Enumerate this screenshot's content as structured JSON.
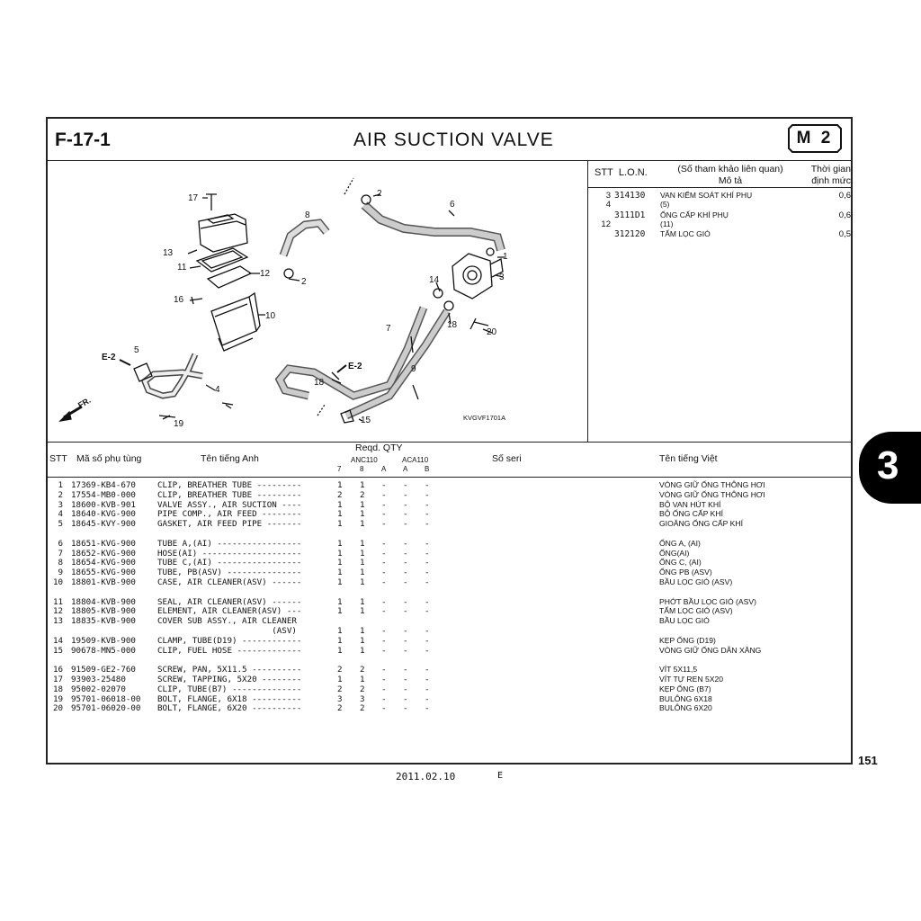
{
  "header": {
    "figure_code": "F-17-1",
    "title": "AIR SUCTION VALVE",
    "model_badge": "M 2"
  },
  "diagram": {
    "callouts": [
      "1",
      "2",
      "2",
      "3",
      "4",
      "5",
      "6",
      "7",
      "8",
      "9",
      "10",
      "11",
      "12",
      "13",
      "14",
      "15",
      "16",
      "17",
      "18",
      "18",
      "19",
      "20"
    ],
    "e2_a": "E-2",
    "e2_b": "E-2",
    "fr": "FR.",
    "drawing_code": "KVGVF1701A"
  },
  "labor": {
    "headers": {
      "stt": "STT",
      "lon": "L.O.N.",
      "ref": "(Số tham khảo liên quan)",
      "desc": "Mô tả",
      "time1": "Thời gian",
      "time2": "định mức"
    },
    "rows": [
      {
        "stt": "3",
        "code": "314130",
        "desc": "VAN KIỂM SOÁT KHÍ PHỤ",
        "time": "0,6"
      },
      {
        "stt": "4",
        "code": "",
        "desc": "(5)",
        "time": ""
      },
      {
        "stt": "",
        "code": "3111D1",
        "desc": "ỐNG CẤP KHÍ PHỤ",
        "time": "0,6"
      },
      {
        "stt": "12",
        "code": "",
        "desc": "(11)",
        "time": ""
      },
      {
        "stt": "",
        "code": "312120",
        "desc": "TẤM LỌC GIÓ",
        "time": "0,5"
      }
    ]
  },
  "parts_header": {
    "stt": "STT",
    "part_no": "Mã số phụ tùng",
    "name_en": "Tên tiếng Anh",
    "reqd": "Reqd.  QTY",
    "anc": "ANC110",
    "aca": "ACA110",
    "c7": "7",
    "c8": "8",
    "ca": "A",
    "ca2": "A",
    "cb": "B",
    "serial": "Số seri",
    "name_vn": "Tên tiếng Việt"
  },
  "parts": [
    {
      "no": " 1",
      "part": "17369-KB4-670",
      "en": "CLIP, BREATHER TUBE ---------",
      "q": [
        "1",
        "1",
        "-",
        "-",
        "-"
      ],
      "vn": "VÒNG GIỮ ỐNG THÔNG HƠI"
    },
    {
      "no": " 2",
      "part": "17554-MB0-000",
      "en": "CLIP, BREATHER TUBE ---------",
      "q": [
        "2",
        "2",
        "-",
        "-",
        "-"
      ],
      "vn": "VÒNG GIỮ ỐNG THÔNG HƠI"
    },
    {
      "no": " 3",
      "part": "18600-KVB-901",
      "en": "VALVE ASSY., AIR SUCTION ----",
      "q": [
        "1",
        "1",
        "-",
        "-",
        "-"
      ],
      "vn": "BỘ VAN HÚT KHÍ"
    },
    {
      "no": " 4",
      "part": "18640-KVG-900",
      "en": "PIPE COMP., AIR FEED --------",
      "q": [
        "1",
        "1",
        "-",
        "-",
        "-"
      ],
      "vn": "BỘ ỐNG CẤP KHÍ"
    },
    {
      "no": " 5",
      "part": "18645-KVY-900",
      "en": "GASKET, AIR FEED PIPE -------",
      "q": [
        "1",
        "1",
        "-",
        "-",
        "-"
      ],
      "vn": "GIOĂNG ỐNG CẤP KHÍ"
    },
    {
      "no": " 6",
      "part": "18651-KVG-900",
      "en": "TUBE A,(AI) -----------------",
      "q": [
        "1",
        "1",
        "-",
        "-",
        "-"
      ],
      "vn": "ỐNG A, (AI)"
    },
    {
      "no": " 7",
      "part": "18652-KVG-900",
      "en": "HOSE(AI) --------------------",
      "q": [
        "1",
        "1",
        "-",
        "-",
        "-"
      ],
      "vn": "ỐNG(AI)"
    },
    {
      "no": " 8",
      "part": "18654-KVG-900",
      "en": "TUBE C,(AI) -----------------",
      "q": [
        "1",
        "1",
        "-",
        "-",
        "-"
      ],
      "vn": "ỐNG C, (AI)"
    },
    {
      "no": " 9",
      "part": "18655-KVG-900",
      "en": "TUBE, PB(ASV) ---------------",
      "q": [
        "1",
        "1",
        "-",
        "-",
        "-"
      ],
      "vn": "ỐNG PB (ASV)"
    },
    {
      "no": "10",
      "part": "18801-KVB-900",
      "en": "CASE, AIR CLEANER(ASV) ------",
      "q": [
        "1",
        "1",
        "-",
        "-",
        "-"
      ],
      "vn": "BẦU LỌC GIÓ (ASV)"
    },
    {
      "no": "11",
      "part": "18804-KVB-900",
      "en": "SEAL, AIR CLEANER(ASV) ------",
      "q": [
        "1",
        "1",
        "-",
        "-",
        "-"
      ],
      "vn": "PHỚT BẦU LỌC GIÓ (ASV)"
    },
    {
      "no": "12",
      "part": "18805-KVB-900",
      "en": "ELEMENT, AIR CLEANER(ASV) ---",
      "q": [
        "1",
        "1",
        "-",
        "-",
        "-"
      ],
      "vn": "TẤM LỌC GIÓ (ASV)"
    },
    {
      "no": "13",
      "part": "18835-KVB-900",
      "en": "COVER SUB ASSY., AIR CLEANER",
      "q": [
        "",
        "",
        "",
        "",
        ""
      ],
      "vn": "BẦU LỌC GIÓ"
    },
    {
      "no": "",
      "part": "",
      "en": "                       (ASV)",
      "q": [
        "1",
        "1",
        "-",
        "-",
        "-"
      ],
      "vn": ""
    },
    {
      "no": "14",
      "part": "19509-KVB-900",
      "en": "CLAMP, TUBE(D19) ------------",
      "q": [
        "1",
        "1",
        "-",
        "-",
        "-"
      ],
      "vn": "KẸP ỐNG (D19)"
    },
    {
      "no": "15",
      "part": "90678-MN5-000",
      "en": "CLIP, FUEL HOSE -------------",
      "q": [
        "1",
        "1",
        "-",
        "-",
        "-"
      ],
      "vn": "VÒNG GIỮ ỐNG DẪN XĂNG"
    },
    {
      "no": "16",
      "part": "91509-GE2-760",
      "en": "SCREW, PAN, 5X11.5 ----------",
      "q": [
        "2",
        "2",
        "-",
        "-",
        "-"
      ],
      "vn": "VÍT 5X11,5"
    },
    {
      "no": "17",
      "part": "93903-25480",
      "en": "SCREW, TAPPING, 5X20 --------",
      "q": [
        "1",
        "1",
        "-",
        "-",
        "-"
      ],
      "vn": "VÍT TỰ REN 5X20"
    },
    {
      "no": "18",
      "part": "95002-02070",
      "en": "CLIP, TUBE(B7) --------------",
      "q": [
        "2",
        "2",
        "-",
        "-",
        "-"
      ],
      "vn": "KẸP ỐNG (B7)"
    },
    {
      "no": "19",
      "part": "95701-06018-00",
      "en": "BOLT, FLANGE, 6X18 ----------",
      "q": [
        "3",
        "3",
        "-",
        "-",
        "-"
      ],
      "vn": "BULÔNG 6X18"
    },
    {
      "no": "20",
      "part": "95701-06020-00",
      "en": "BOLT, FLANGE, 6X20 ----------",
      "q": [
        "2",
        "2",
        "-",
        "-",
        "-"
      ],
      "vn": "BULÔNG 6X20"
    }
  ],
  "side_tab": "3",
  "page_number": "151",
  "footer": {
    "date": "2011.02.10",
    "edition": "E"
  }
}
